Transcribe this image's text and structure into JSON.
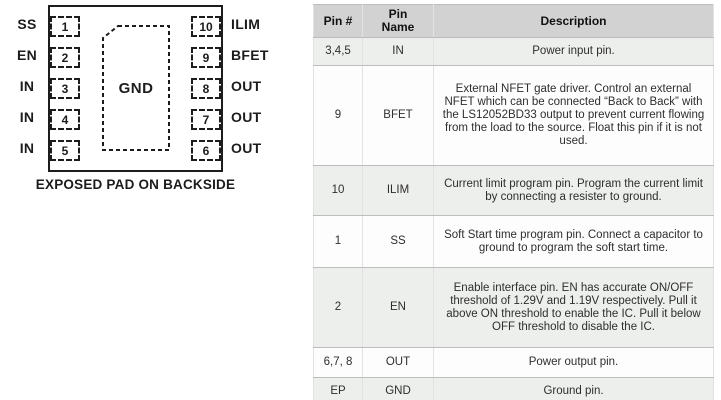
{
  "diagram": {
    "center_label": "GND",
    "caption": "EXPOSED PAD ON BACKSIDE",
    "left_pins": [
      {
        "number": "1",
        "label": "SS"
      },
      {
        "number": "2",
        "label": "EN"
      },
      {
        "number": "3",
        "label": "IN"
      },
      {
        "number": "4",
        "label": "IN"
      },
      {
        "number": "5",
        "label": "IN"
      }
    ],
    "right_pins": [
      {
        "number": "10",
        "label": "ILIM"
      },
      {
        "number": "9",
        "label": "BFET"
      },
      {
        "number": "8",
        "label": "OUT"
      },
      {
        "number": "7",
        "label": "OUT"
      },
      {
        "number": "6",
        "label": "OUT"
      }
    ]
  },
  "table": {
    "headers": [
      "Pin #",
      "Pin Name",
      "Description"
    ],
    "rows": [
      {
        "pin": "3,4,5",
        "name": "IN",
        "description": "Power input pin."
      },
      {
        "pin": "9",
        "name": "BFET",
        "description": "External NFET gate driver. Control an external NFET which can be connected “Back to Back” with the LS12052BD33 output to prevent current flowing from the load to the source. Float this pin if it is not used."
      },
      {
        "pin": "10",
        "name": "ILIM",
        "description": "Current limit program pin. Program the current limit by connecting a resister to ground."
      },
      {
        "pin": "1",
        "name": "SS",
        "description": "Soft Start time program pin. Connect a capacitor to ground to program the soft start time."
      },
      {
        "pin": "2",
        "name": "EN",
        "description": "Enable interface pin. EN has accurate ON/OFF threshold of 1.29V and 1.19V respectively. Pull it above ON threshold to enable the IC. Pull it below OFF threshold to disable the IC."
      },
      {
        "pin": "6,7, 8",
        "name": "OUT",
        "description": "Power output pin."
      },
      {
        "pin": "EP",
        "name": "GND",
        "description": "Ground pin."
      }
    ],
    "colors": {
      "header_bg": "#d2d2d2",
      "row_alt_bg": "#edefec",
      "row_bg": "#fdfdfd",
      "line_color": "#1c1c1c"
    }
  }
}
